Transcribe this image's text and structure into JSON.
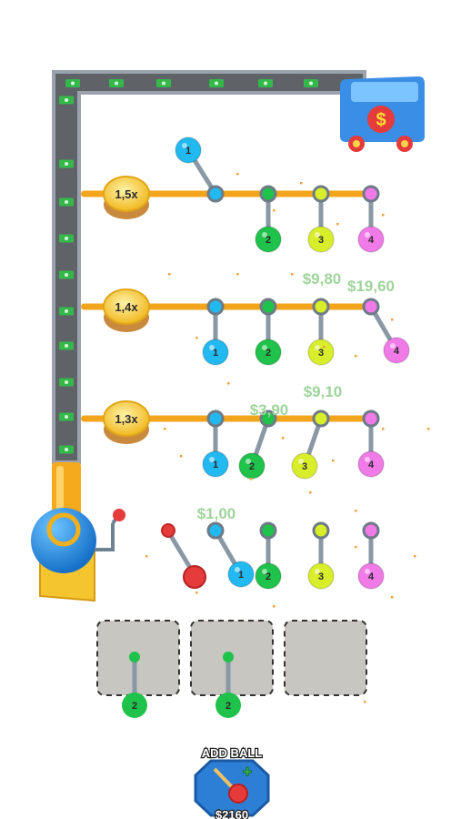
{
  "colors": {
    "track": "#5f6368",
    "track_border": "#9aa3ad",
    "bill": "#35b84a",
    "rod": "#f2a51c",
    "bank": "#f5c530",
    "pipe": "#f5a91c",
    "launcher_blue": "#1f8fe0",
    "truck_blue": "#3a8ee6",
    "money_text": "#9fd49a",
    "ball_colors": {
      "1": "#22b9f0",
      "2": "#1fc24a",
      "3": "#d9ee2a",
      "4": "#f07ae8"
    }
  },
  "truck": {
    "label": "$"
  },
  "rows": [
    {
      "multiplier": "1,5x",
      "pegs": [
        {
          "ball": "1",
          "swing": "up-left"
        },
        {
          "ball": "2",
          "swing": "down"
        },
        {
          "ball": "3",
          "swing": "down"
        },
        {
          "ball": "4",
          "swing": "down"
        }
      ]
    },
    {
      "multiplier": "1,4x",
      "pegs": [
        {
          "ball": "1",
          "swing": "down"
        },
        {
          "ball": "2",
          "swing": "down"
        },
        {
          "ball": "3",
          "swing": "down"
        },
        {
          "ball": "4",
          "swing": "down-right"
        }
      ]
    },
    {
      "multiplier": "1,3x",
      "pegs": [
        {
          "ball": "1",
          "swing": "down"
        },
        {
          "ball": "2",
          "swing": "down-left"
        },
        {
          "ball": "3",
          "swing": "down-left"
        },
        {
          "ball": "4",
          "swing": "down"
        }
      ]
    },
    {
      "multiplier": "",
      "pegs": [
        {
          "ball": "1",
          "swing": "down-right"
        },
        {
          "ball": "2",
          "swing": "down"
        },
        {
          "ball": "3",
          "swing": "down"
        },
        {
          "ball": "4",
          "swing": "down"
        }
      ]
    }
  ],
  "money_popups": [
    "$9,80",
    "$19,60",
    "$9,10",
    "$3,90",
    "$1,00"
  ],
  "slots": [
    {
      "ball": "2"
    },
    {
      "ball": "2"
    },
    {
      "ball": ""
    }
  ],
  "add_ball": {
    "label": "ADD BALL",
    "price": "$2160",
    "plus": "+"
  }
}
